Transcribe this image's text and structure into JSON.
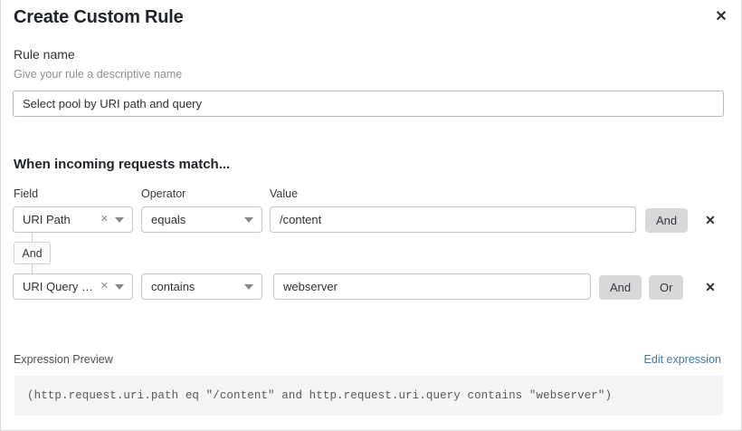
{
  "modal": {
    "title": "Create Custom Rule",
    "close_icon": "close-icon"
  },
  "rule_name": {
    "label": "Rule name",
    "help_text": "Give your rule a descriptive name",
    "value": "Select pool by URI path and query",
    "placeholder": "Select pool by URI path and query"
  },
  "match_section": {
    "heading": "When incoming requests match...",
    "columns": {
      "field": "Field",
      "operator": "Operator",
      "value": "Value"
    },
    "group_connector": "And",
    "rows": [
      {
        "field": "URI Path",
        "field_clear_icon": "clear-icon",
        "field_caret_icon": "chevron-down-icon",
        "operator": "equals",
        "operator_caret_icon": "chevron-down-icon",
        "value": "/content",
        "buttons": [
          "And"
        ],
        "remove_icon": "close-icon"
      },
      {
        "field": "URI Query St...",
        "field_clear_icon": "clear-icon",
        "field_caret_icon": "chevron-down-icon",
        "operator": "contains",
        "operator_caret_icon": "chevron-down-icon",
        "value": "webserver",
        "buttons": [
          "And",
          "Or"
        ],
        "remove_icon": "close-icon"
      }
    ]
  },
  "expression_preview": {
    "label": "Expression Preview",
    "edit_link": "Edit expression",
    "code": "(http.request.uri.path eq \"/content\" and http.request.uri.query contains \"webserver\")"
  },
  "colors": {
    "link": "#3a7ca5",
    "button_bg": "#d7d8da",
    "code_bg": "#f4f4f5",
    "border": "#c2c4c7",
    "text": "#2f3133",
    "muted": "#8d9094"
  }
}
